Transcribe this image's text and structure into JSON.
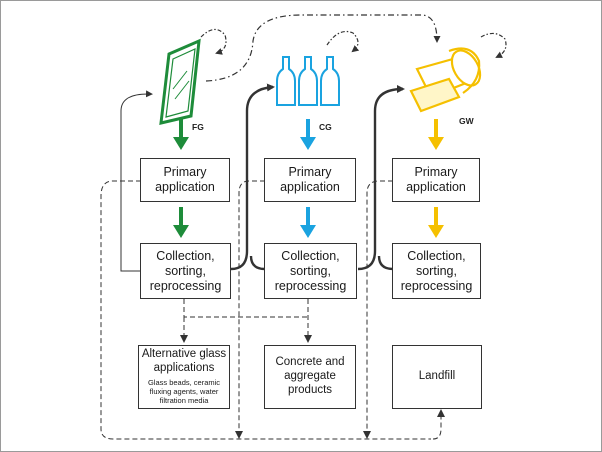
{
  "labels": {
    "fg": "FG",
    "cg": "CG",
    "gw": "GW"
  },
  "boxes": {
    "fg_primary": "Primary\napplication",
    "cg_primary": "Primary\napplication",
    "gw_primary": "Primary\napplication",
    "fg_collection": "Collection,\nsorting,\nreprocessing",
    "cg_collection": "Collection,\nsorting,\nreprocessing",
    "gw_collection": "Collection,\nsorting,\nreprocessing",
    "alternative_title": "Alternative glass\napplications",
    "alternative_sub": "Glass beads, ceramic\nfluxing agents, water\nfiltration media",
    "concrete": "Concrete and\naggregate\nproducts",
    "landfill": "Landfill"
  },
  "colors": {
    "fg": "#1e8c3a",
    "cg": "#1aa3e0",
    "gw": "#f5c000",
    "line": "#333333"
  }
}
